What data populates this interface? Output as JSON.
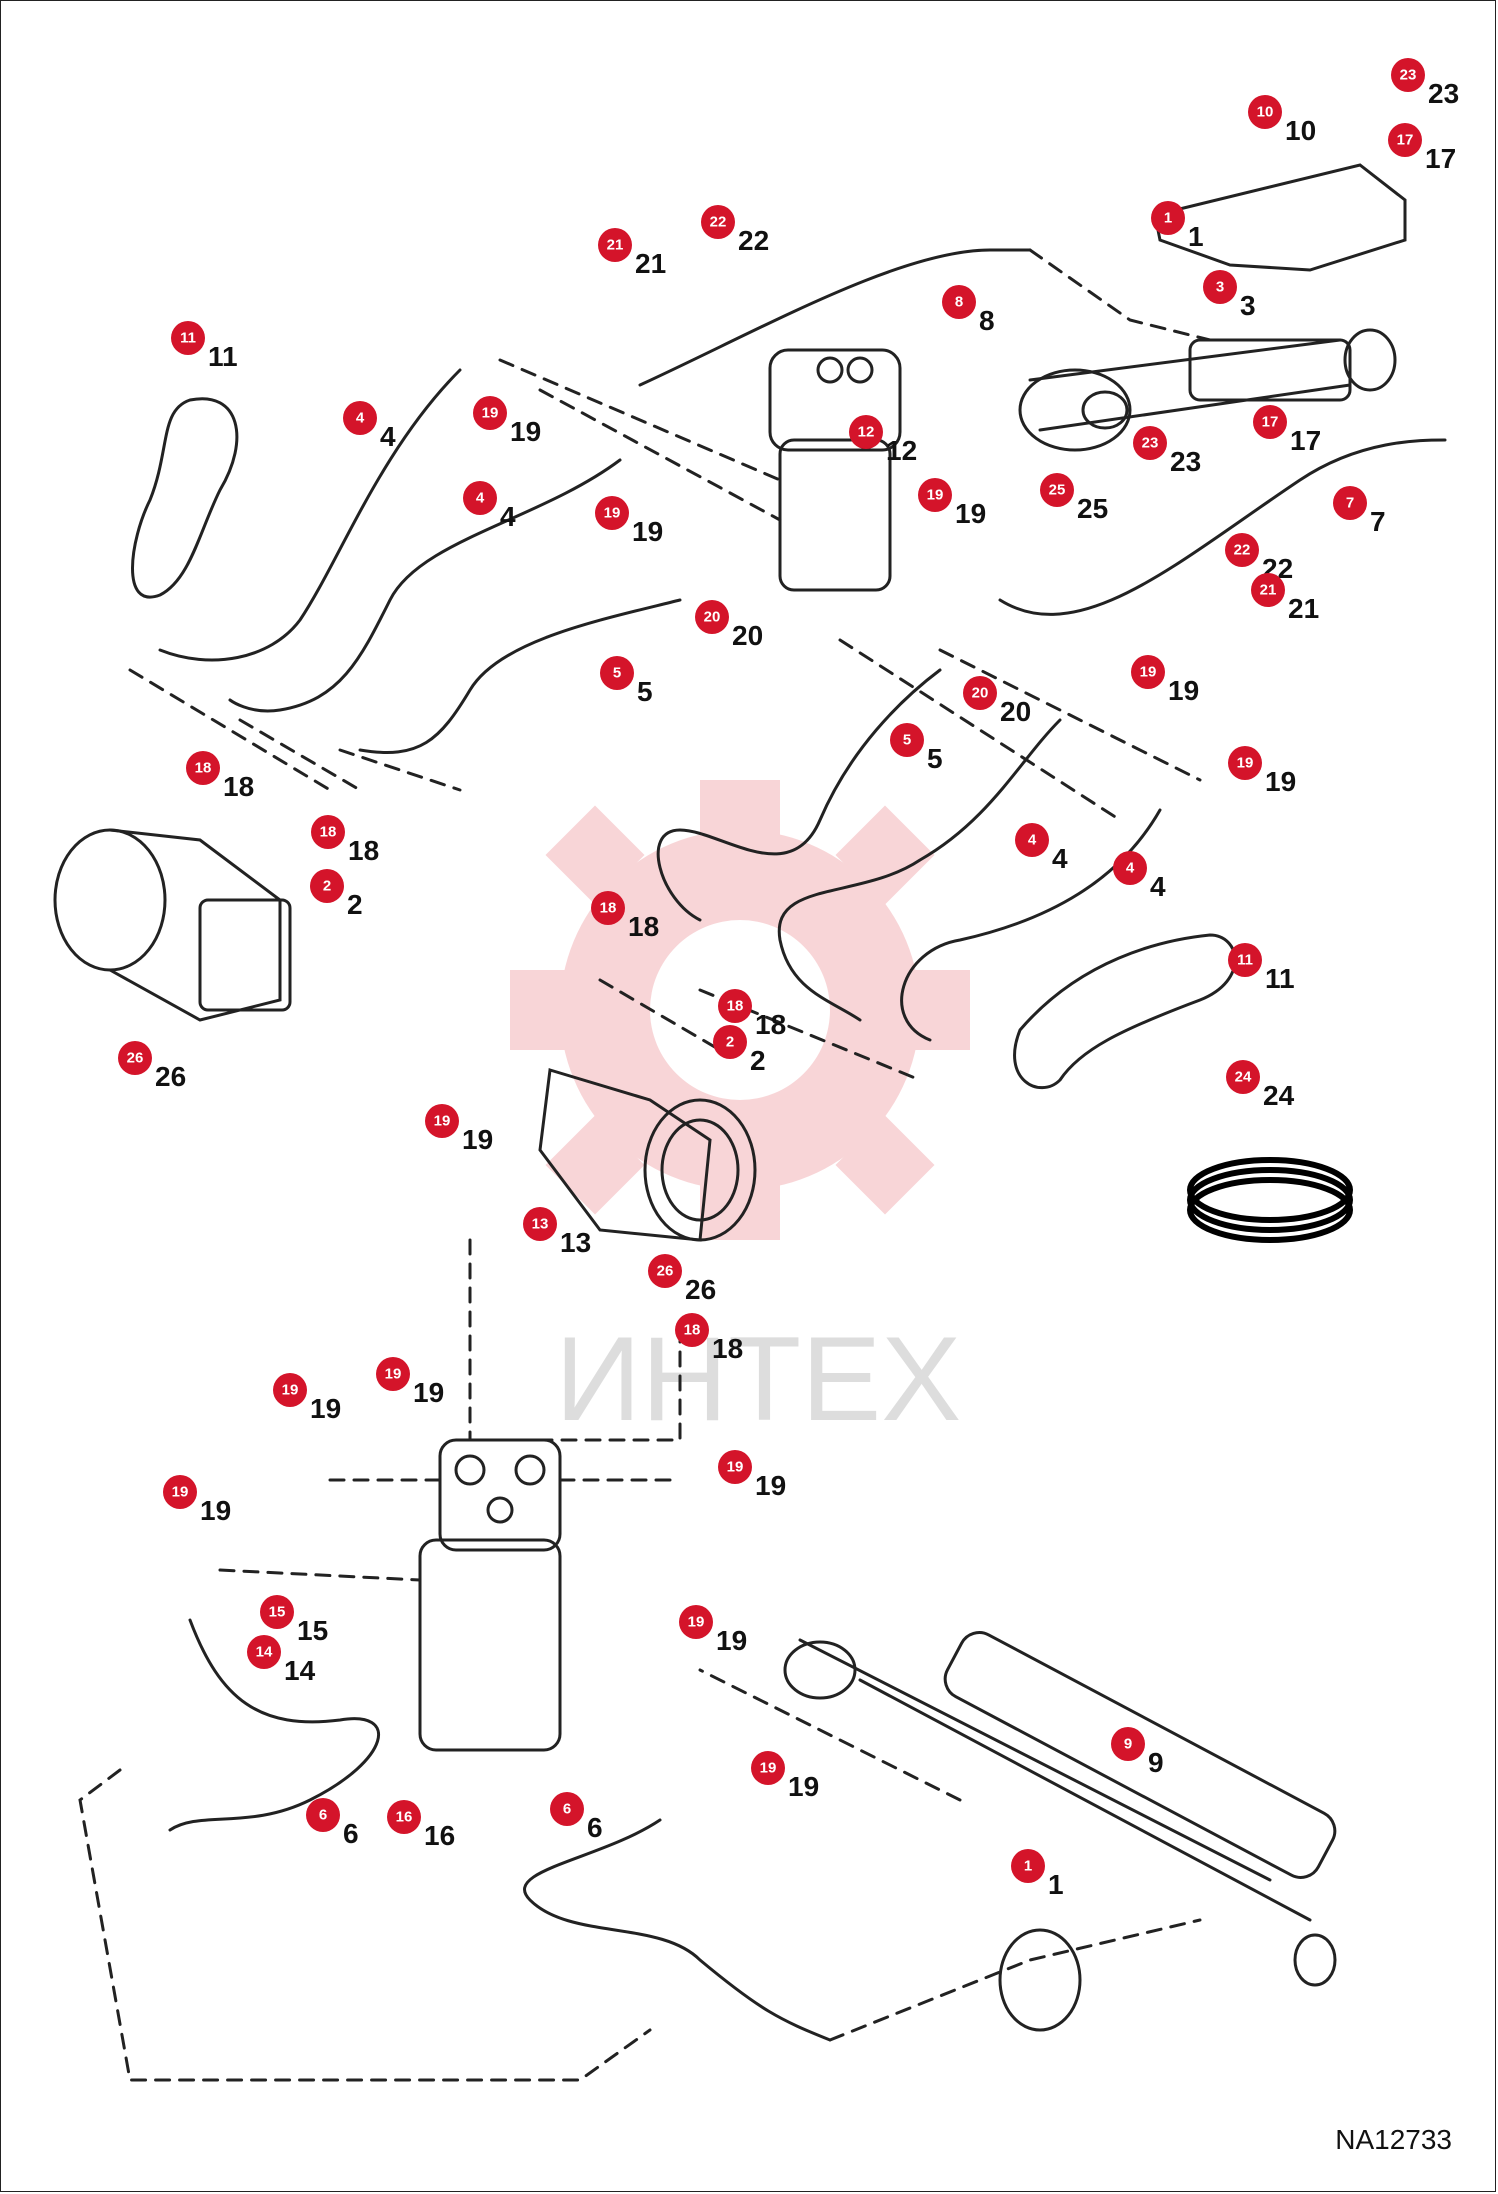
{
  "drawing_id": "NA12733",
  "watermark": "ИНТЕХ",
  "colors": {
    "callout_badge": "#d4142a",
    "watermark_gear": "#f3b3b7",
    "linework": "#222222"
  },
  "callouts": [
    {
      "id": "c1",
      "num": "23"
    },
    {
      "id": "c2",
      "num": "10"
    },
    {
      "id": "c3",
      "num": "17"
    },
    {
      "id": "c4",
      "num": "1"
    },
    {
      "id": "c5",
      "num": "22"
    },
    {
      "id": "c6",
      "num": "21"
    },
    {
      "id": "c7",
      "num": "8"
    },
    {
      "id": "c8",
      "num": "3"
    },
    {
      "id": "c9",
      "num": "11"
    },
    {
      "id": "c10",
      "num": "4"
    },
    {
      "id": "c11",
      "num": "19"
    },
    {
      "id": "c12",
      "num": "12"
    },
    {
      "id": "c13",
      "num": "17"
    },
    {
      "id": "c14",
      "num": "23"
    },
    {
      "id": "c15",
      "num": "4"
    },
    {
      "id": "c16",
      "num": "19"
    },
    {
      "id": "c17",
      "num": "19"
    },
    {
      "id": "c18",
      "num": "25"
    },
    {
      "id": "c19",
      "num": "7"
    },
    {
      "id": "c20",
      "num": "22"
    },
    {
      "id": "c21",
      "num": "21"
    },
    {
      "id": "c22",
      "num": "20"
    },
    {
      "id": "c23",
      "num": "5"
    },
    {
      "id": "c24",
      "num": "20"
    },
    {
      "id": "c25",
      "num": "19"
    },
    {
      "id": "c26",
      "num": "5"
    },
    {
      "id": "c27",
      "num": "18"
    },
    {
      "id": "c28",
      "num": "19"
    },
    {
      "id": "c29",
      "num": "18"
    },
    {
      "id": "c30",
      "num": "2"
    },
    {
      "id": "c31",
      "num": "4"
    },
    {
      "id": "c32",
      "num": "4"
    },
    {
      "id": "c33",
      "num": "18"
    },
    {
      "id": "c34",
      "num": "11"
    },
    {
      "id": "c35",
      "num": "18"
    },
    {
      "id": "c36",
      "num": "2"
    },
    {
      "id": "c37",
      "num": "26"
    },
    {
      "id": "c38",
      "num": "24"
    },
    {
      "id": "c39",
      "num": "19"
    },
    {
      "id": "c40",
      "num": "13"
    },
    {
      "id": "c41",
      "num": "26"
    },
    {
      "id": "c42",
      "num": "18"
    },
    {
      "id": "c43",
      "num": "19"
    },
    {
      "id": "c44",
      "num": "19"
    },
    {
      "id": "c45",
      "num": "19"
    },
    {
      "id": "c46",
      "num": "19"
    },
    {
      "id": "c47",
      "num": "15"
    },
    {
      "id": "c48",
      "num": "14"
    },
    {
      "id": "c49",
      "num": "19"
    },
    {
      "id": "c50",
      "num": "9"
    },
    {
      "id": "c51",
      "num": "6"
    },
    {
      "id": "c52",
      "num": "16"
    },
    {
      "id": "c53",
      "num": "6"
    },
    {
      "id": "c54",
      "num": "19"
    },
    {
      "id": "c55",
      "num": "1"
    }
  ]
}
